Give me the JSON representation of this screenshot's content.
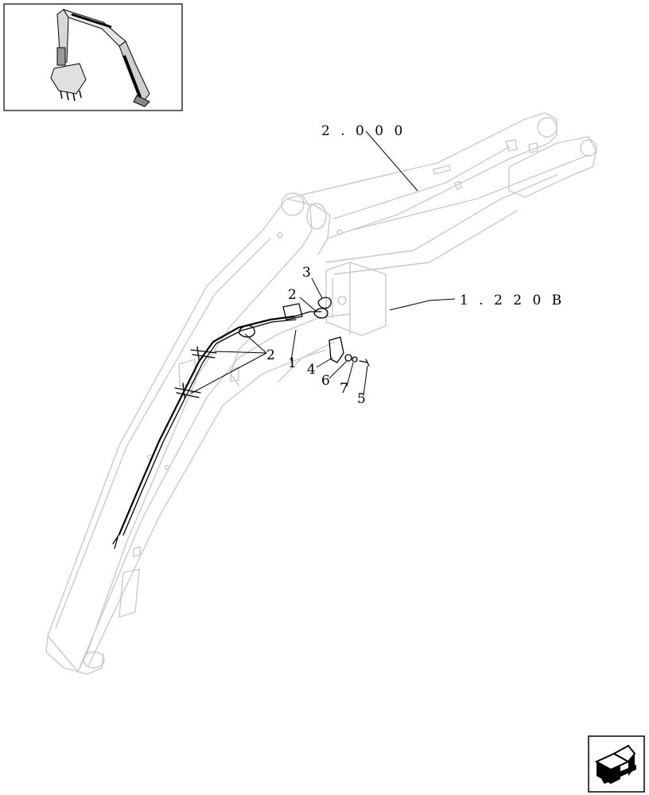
{
  "diagram": {
    "reference_labels": {
      "boom_ref": "2 . 0 0 0",
      "arm_ref": "1 . 2 2 0 B"
    },
    "callouts": [
      "1",
      "2",
      "2",
      "3",
      "4",
      "5",
      "6",
      "7"
    ],
    "icons": {
      "thumbnail": "excavator-overview-icon",
      "navigation": "next-page-arrow-icon"
    }
  }
}
